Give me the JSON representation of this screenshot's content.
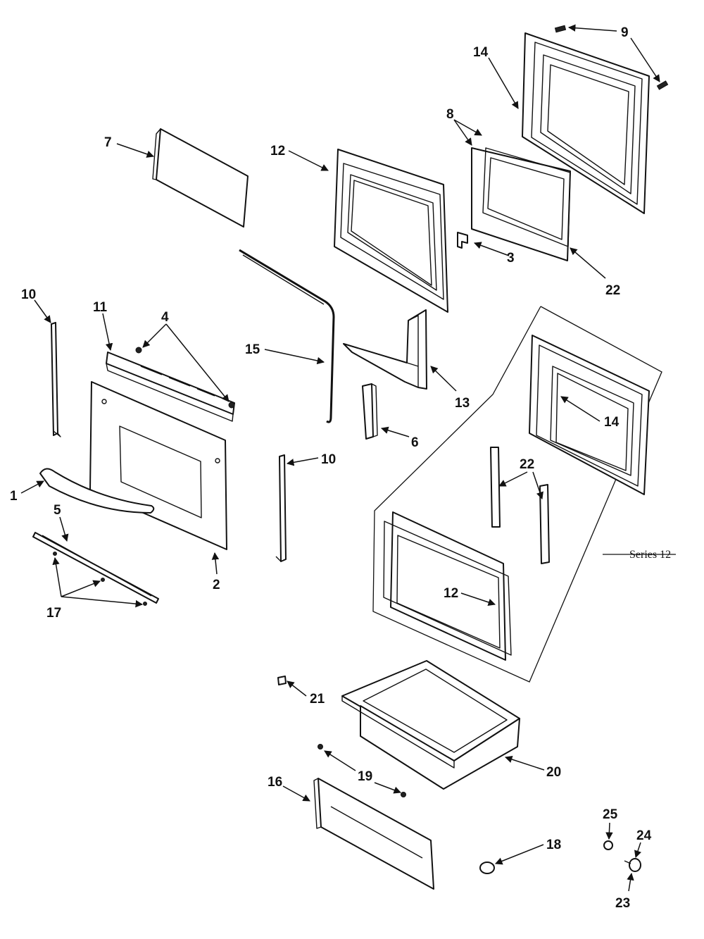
{
  "diagram": {
    "callouts": {
      "c1": "1",
      "c2": "2",
      "c3": "3",
      "c4": "4",
      "c5": "5",
      "c6": "6",
      "c7": "7",
      "c8": "8",
      "c9": "9",
      "c10a": "10",
      "c10b": "10",
      "c11": "11",
      "c12a": "12",
      "c12b": "12",
      "c13": "13",
      "c14a": "14",
      "c14b": "14",
      "c15": "15",
      "c16": "16",
      "c17": "17",
      "c18": "18",
      "c19": "19",
      "c20": "20",
      "c21": "21",
      "c22a": "22",
      "c22b": "22",
      "c23": "23",
      "c24": "24",
      "c25": "25"
    },
    "series_label": "Series 12"
  }
}
